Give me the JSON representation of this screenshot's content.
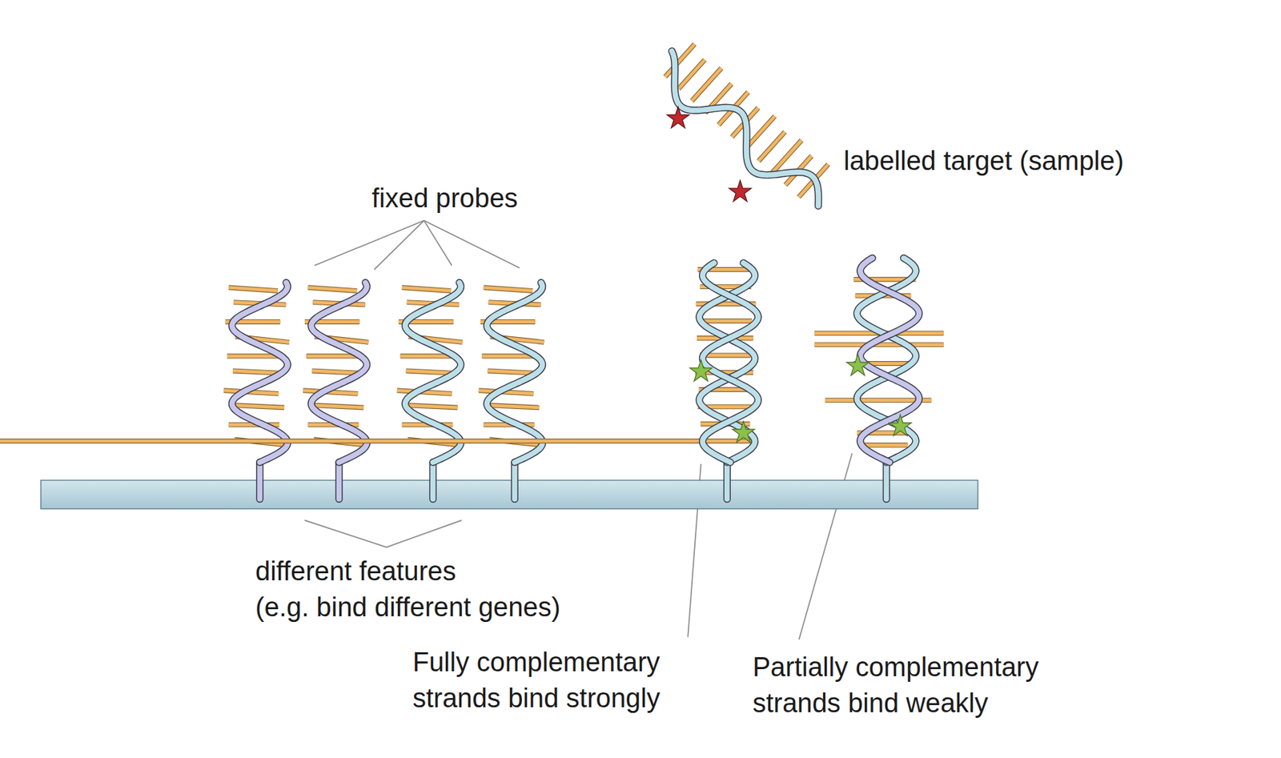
{
  "diagram": {
    "labels": [
      "labelled target (sample)",
      "fixed probes",
      "different features (e.g. bind different genes)",
      "Fully complementary strands bind strongly",
      "Partially complementary strands bind weakly"
    ]
  }
}
